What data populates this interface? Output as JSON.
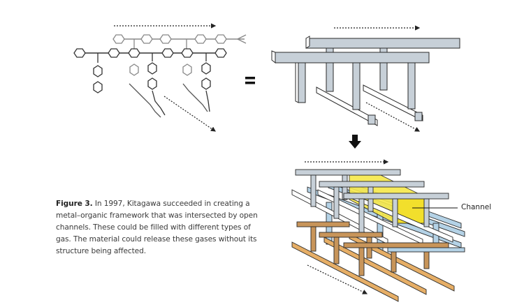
{
  "figure": {
    "label": "Figure 3.",
    "caption": " In 1997, Kitagawa succeeded in creating a metal–organic framework that was intersected by open channels. These could be filled with different types of gas. The material could release these gases without its structure being affected.",
    "channel_label": "Channel"
  },
  "symbols": {
    "equals": "=",
    "down_arrow": "down-arrow"
  },
  "colors": {
    "gray_frame": "#c7d0d8",
    "blue_frame": "#b4d2e6",
    "white_frame": "#ffffff",
    "orange_frame": "#e6ae66",
    "brown_frame": "#c8955a",
    "channel_yellow": "#f6e84a",
    "outline": "#2a2a2a"
  }
}
